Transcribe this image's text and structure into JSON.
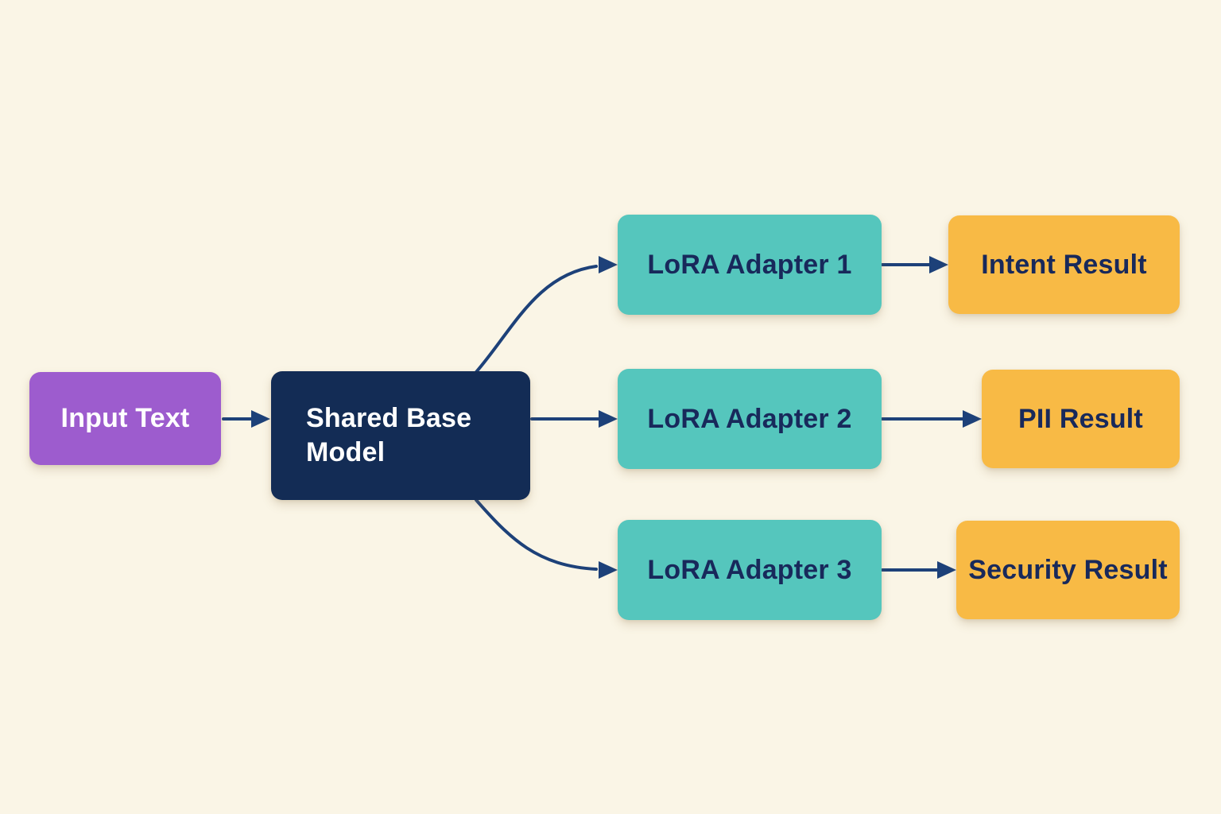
{
  "diagram": {
    "colors": {
      "background": "#faf5e6",
      "arrow": "#1d4179",
      "input_node_fill": "#9d5cce",
      "base_node_fill": "#132c55",
      "adapter_node_fill": "#55c6bd",
      "result_node_fill": "#f8ba45",
      "light_text": "#ffffff",
      "dark_text": "#18295b"
    },
    "nodes": [
      {
        "id": "input-text",
        "label": "Input Text"
      },
      {
        "id": "shared-base-model",
        "label": "Shared Base Model"
      },
      {
        "id": "lora-adapter-1",
        "label": "LoRA Adapter 1"
      },
      {
        "id": "lora-adapter-2",
        "label": "LoRA Adapter 2"
      },
      {
        "id": "lora-adapter-3",
        "label": "LoRA Adapter 3"
      },
      {
        "id": "intent-result",
        "label": "Intent Result"
      },
      {
        "id": "pii-result",
        "label": "PII Result"
      },
      {
        "id": "security-result",
        "label": "Security Result"
      }
    ],
    "edges": [
      {
        "from": "input-text",
        "to": "shared-base-model"
      },
      {
        "from": "shared-base-model",
        "to": "lora-adapter-1"
      },
      {
        "from": "shared-base-model",
        "to": "lora-adapter-2"
      },
      {
        "from": "shared-base-model",
        "to": "lora-adapter-3"
      },
      {
        "from": "lora-adapter-1",
        "to": "intent-result"
      },
      {
        "from": "lora-adapter-2",
        "to": "pii-result"
      },
      {
        "from": "lora-adapter-3",
        "to": "security-result"
      }
    ]
  }
}
